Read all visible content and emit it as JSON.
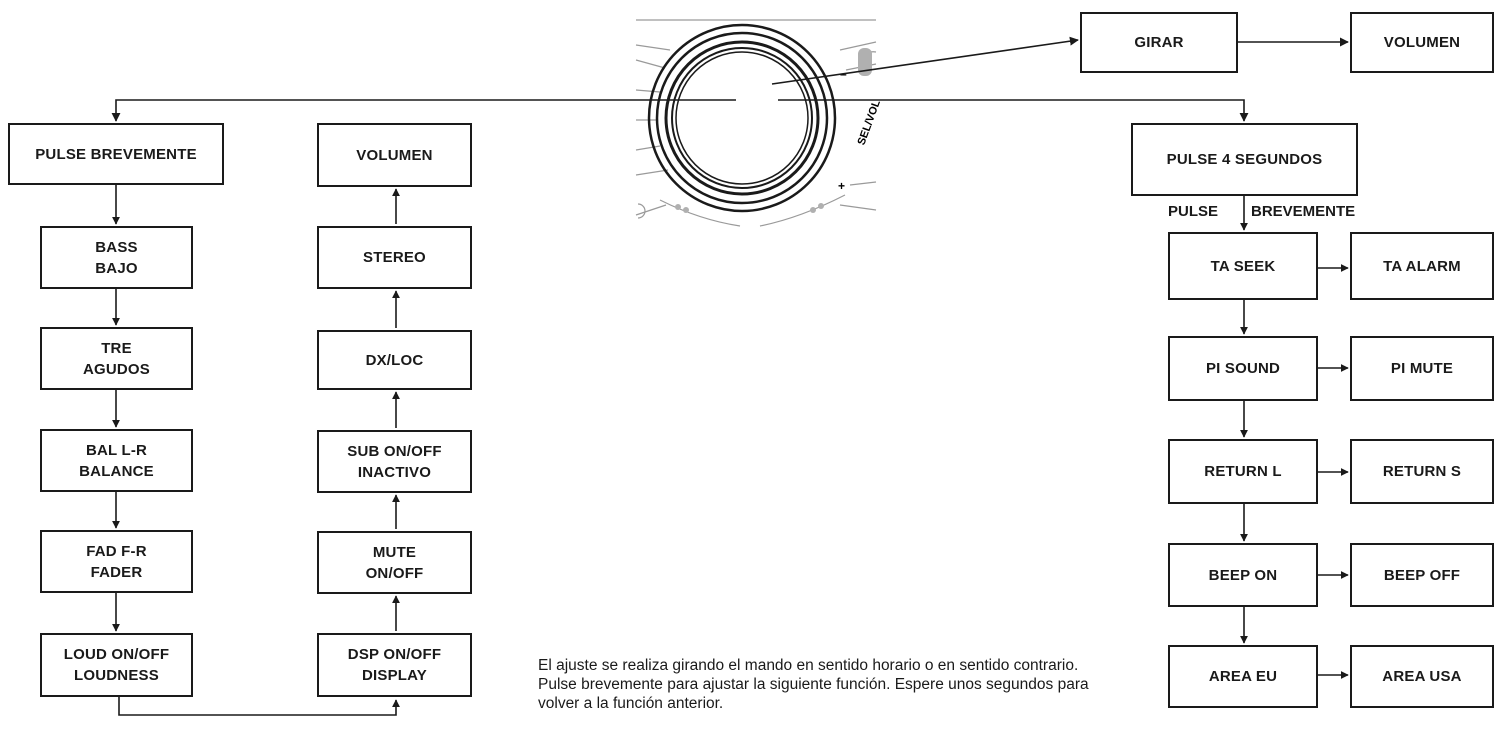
{
  "knob": {
    "sel_vol_label": "SEL/VOL",
    "minus": "–",
    "plus": "+"
  },
  "rotate": {
    "girar": "GIRAR",
    "volumen": "VOLUMEN"
  },
  "left_chain": {
    "start": "PULSE BREVEMENTE",
    "bass": [
      "BASS",
      "BAJO"
    ],
    "treble": [
      "TRE",
      "AGUDOS"
    ],
    "balance": [
      "BAL L-R",
      "BALANCE"
    ],
    "fader": [
      "FAD F-R",
      "FADER"
    ],
    "loudness": [
      "LOUD ON/OFF",
      "LOUDNESS"
    ]
  },
  "mid_chain": {
    "dsp": [
      "DSP ON/OFF",
      "DISPLAY"
    ],
    "mute": [
      "MUTE",
      "ON/OFF"
    ],
    "sub": [
      "SUB ON/OFF",
      "INACTIVO"
    ],
    "dxloc": "DX/LOC",
    "stereo": "STEREO",
    "volumen": "VOLUMEN"
  },
  "right_chain": {
    "start": "PULSE 4 SEGUNDOS",
    "pulse_label": "PULSE",
    "brevemente_label": "BREVEMENTE",
    "rows": [
      {
        "left": "TA SEEK",
        "right": "TA ALARM"
      },
      {
        "left": "PI SOUND",
        "right": "PI MUTE"
      },
      {
        "left": "RETURN L",
        "right": "RETURN S"
      },
      {
        "left": "BEEP ON",
        "right": "BEEP OFF"
      },
      {
        "left": "AREA EU",
        "right": "AREA USA"
      }
    ]
  },
  "note": "El ajuste se realiza girando el mando en sentido  horario o en sentido contrario. Pulse brevemente para ajustar la siguiente función. Espere unos segundos para volver a la función anterior."
}
